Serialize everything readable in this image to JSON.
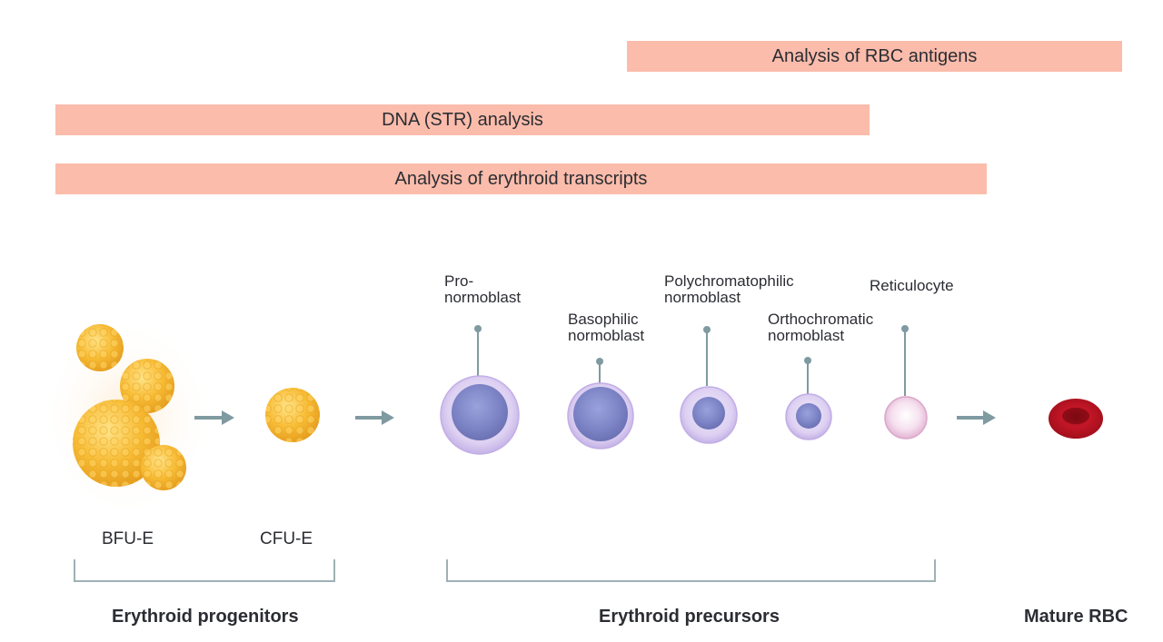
{
  "bands": {
    "rbc_antigens": "Analysis of RBC antigens",
    "dna_str": "DNA (STR) analysis",
    "erythroid_transcripts": "Analysis of erythroid transcripts"
  },
  "cells": {
    "bfu_e": "BFU-E",
    "cfu_e": "CFU-E",
    "pronormoblast": [
      "Pro-",
      "normoblast"
    ],
    "basophilic": [
      "Basophilic",
      "normoblast"
    ],
    "polychromatophilic": [
      "Polychromatophilic",
      "normoblast"
    ],
    "orthochromatic": [
      "Orthochromatic",
      "normoblast"
    ],
    "reticulocyte": "Reticulocyte"
  },
  "groups": {
    "progenitors": "Erythroid progenitors",
    "precursors": "Erythroid precursors",
    "mature": "Mature RBC"
  },
  "colors": {
    "band": "#fbbcab",
    "progenitor": "#f5b330",
    "precursor_outer": "#d8c8ef",
    "precursor_nucleus": "#7e86c8",
    "reticulocyte": "#f1cfe6",
    "rbc": "#b5121e",
    "arrow": "#7f9aa0",
    "pointer": "#7f9aa0"
  }
}
